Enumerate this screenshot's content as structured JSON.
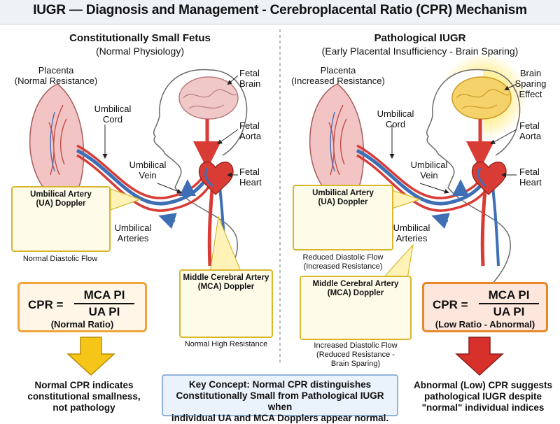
{
  "title": "IUGR — Diagnosis and Management - Cerebroplacental Ratio (CPR) Mechanism",
  "left": {
    "title": "Constitutionally Small Fetus",
    "subtitle": "(Normal Physiology)",
    "labels": {
      "placenta": "Placenta\n(Normal Resistance)",
      "umbilical_cord": "Umbilical\nCord",
      "umbilical_vein": "Umbilical\nVein",
      "umbilical_arteries": "Umbilical\nArteries",
      "fetal_brain": "Fetal\nBrain",
      "fetal_aorta": "Fetal\nAorta",
      "fetal_heart": "Fetal\nHeart"
    },
    "ua_doppler": {
      "title": "Umbilical Artery\n(UA) Doppler",
      "caption": "Normal Diastolic Flow"
    },
    "mca_doppler": {
      "title": "Middle Cerebral Artery\n(MCA) Doppler",
      "caption": "Normal High Resistance"
    },
    "cpr": {
      "lhs": "CPR =",
      "numerator": "MCA PI",
      "denominator": "UA PI",
      "note": "(Normal Ratio)"
    },
    "conclusion": "Normal CPR indicates\nconstitutional smallness,\nnot pathology"
  },
  "right": {
    "title": "Pathological IUGR",
    "subtitle": "(Early Placental Insufficiency - Brain Sparing)",
    "labels": {
      "placenta": "Placenta\n(Increased Resistance)",
      "umbilical_cord": "Umbilical\nCord",
      "umbilical_vein": "Umbilical\nVein",
      "umbilical_arteries": "Umbilical\nArteries",
      "brain_sparing": "Brain\nSparing\nEffect",
      "fetal_aorta": "Fetal\nAorta",
      "fetal_heart": "Fetal\nHeart"
    },
    "ua_doppler": {
      "title": "Umbilical Artery\n(UA) Doppler",
      "caption": "Reduced Diastolic Flow\n(Increased Resistance)"
    },
    "mca_doppler": {
      "title": "Middle Cerebral Artery\n(MCA) Doppler",
      "caption": "Increased Diastolic Flow\n(Reduced Resistance -\nBrain Sparing)"
    },
    "cpr": {
      "lhs": "CPR =",
      "numerator": "MCA PI",
      "denominator": "UA PI",
      "note": "(Low Ratio - Abnormal)"
    },
    "conclusion": "Abnormal (Low) CPR suggests\npathological IUGR despite\n\"normal\" individual indices"
  },
  "key_concept": "Key Concept: Normal CPR distinguishes\nConstitutionally Small from Pathological IUGR when\nindividual UA and MCA Dopplers appear normal.",
  "colors": {
    "artery_red": "#d93b35",
    "vein_blue": "#3e6fb5",
    "placenta_fill": "#f3c4c4",
    "brain_fill": "#f0c8c8",
    "brain_sparing_glow": "#ffe65a",
    "arrow_yellow": "#f5c518",
    "arrow_red": "#d8302a",
    "doppler_border": "#d9b72c",
    "cpr_border": "#f0a43a",
    "key_border": "#8fb3d9"
  }
}
